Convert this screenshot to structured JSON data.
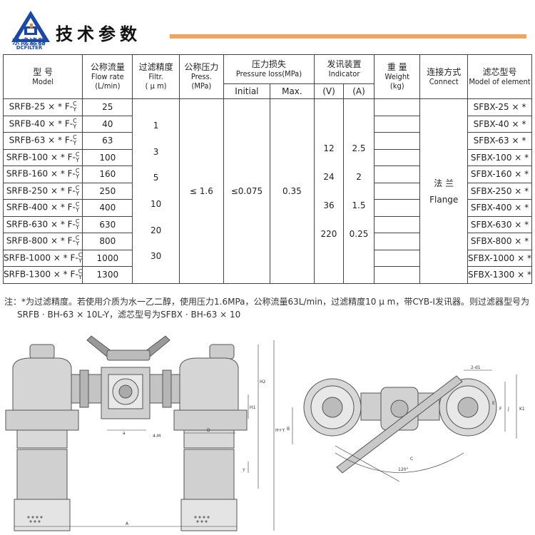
{
  "header": {
    "brand_cn": "东成滤器",
    "brand_en": "DCFILTER",
    "title": "技术参数",
    "accent_color": "#f2a35c",
    "brand_color": "#1a47a8"
  },
  "table": {
    "headers": {
      "model_cn": "型 号",
      "model_en": "Model",
      "flow_cn": "公称流量",
      "flow_en": "Flow rate",
      "flow_unit": "(L/min)",
      "filtr_cn": "过滤精度",
      "filtr_en": "Filtr.",
      "filtr_unit": "( μ m)",
      "press_cn": "公称压力",
      "press_en": "Press.",
      "press_unit": "(MPa)",
      "loss_cn": "压力损失",
      "loss_en": "Pressure loss(MPa)",
      "loss_initial": "Initial",
      "loss_max": "Max.",
      "indicator_cn": "发讯装置",
      "indicator_en": "Indicator",
      "indicator_v": "(V)",
      "indicator_a": "(A)",
      "weight_cn": "重 量",
      "weight_en": "Weight",
      "weight_unit": "(kg)",
      "connect_cn": "连接方式",
      "connect_en": "Connect",
      "element_cn": "滤芯型号",
      "element_en": "Model of element"
    },
    "rows": [
      {
        "model": "SRFB-25 × * F-",
        "flow": "25",
        "element": "SFBX-25 × *"
      },
      {
        "model": "SRFB-40 × * F-",
        "flow": "40",
        "element": "SFBX-40 × *"
      },
      {
        "model": "SRFB-63 × * F-",
        "flow": "63",
        "element": "SFBX-63 × *"
      },
      {
        "model": "SRFB-100 × * F-",
        "flow": "100",
        "element": "SFBX-100 × *"
      },
      {
        "model": "SRFB-160 × * F-",
        "flow": "160",
        "element": "SFBX-160 × *"
      },
      {
        "model": "SRFB-250 × * F-",
        "flow": "250",
        "element": "SFBX-250 × *"
      },
      {
        "model": "SRFB-400 × * F-",
        "flow": "400",
        "element": "SFBX-400 × *"
      },
      {
        "model": "SRFB-630 × * F-",
        "flow": "630",
        "element": "SFBX-630 × *"
      },
      {
        "model": "SRFB-800 × * F-",
        "flow": "800",
        "element": "SFBX-800 × *"
      },
      {
        "model": "SRFB-1000 × * F-",
        "flow": "1000",
        "element": "SFBX-1000 × *"
      },
      {
        "model": "SRFB-1300 × * F-",
        "flow": "1300",
        "element": "SFBX-1300 × *"
      }
    ],
    "cy_top": "C",
    "cy_bottom": "Y",
    "filtration_values": [
      "1",
      "3",
      "5",
      "10",
      "20",
      "30"
    ],
    "pressure": "≤ 1.6",
    "loss_initial": "≤0.075",
    "loss_max": "0.35",
    "indicator_voltages": [
      "12",
      "24",
      "36",
      "220"
    ],
    "indicator_currents": [
      "2.5",
      "2",
      "1.5",
      "0.25"
    ],
    "connect_cn": "法 兰",
    "connect_en": "Flange"
  },
  "notes": {
    "line1": "注：*为过滤精度。若使用介质为水一乙二醇，使用压力1.6MPa，公称流量63L/min，过滤精度10 μ m，带CYB-I发讯器。则过滤器型号为",
    "line2": "SRFB · BH-63 × 10L-Y，滤芯型号为SFBX · BH-63 × 10"
  },
  "drawing": {
    "labels": {
      "h2": "H2",
      "h1": "H1",
      "hy": "H+Y",
      "y": "Y",
      "a": "a",
      "d": "D",
      "four_m": "4-M",
      "big_a": "A",
      "b": "B",
      "c": "C",
      "e": "E",
      "f": "F",
      "j": "J",
      "k1": "K1",
      "angle": "120°",
      "two_d": "2-d1"
    }
  }
}
